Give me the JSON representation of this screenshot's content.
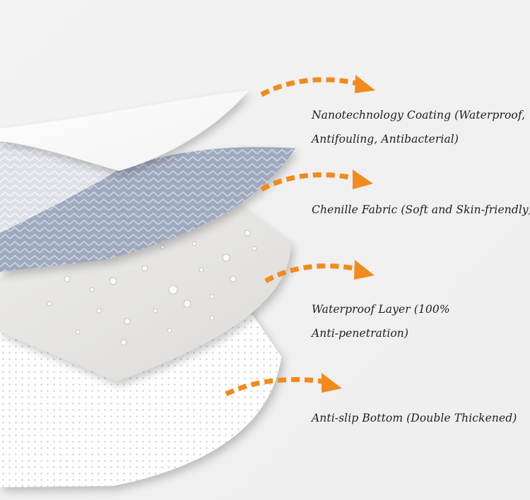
{
  "accent_color": "#f28a1d",
  "layers": [
    {
      "lines": [
        "Nanotechnology Coating (Waterproof,",
        "Antifouling, Antibacterial)"
      ]
    },
    {
      "lines": [
        "Chenille Fabric (Soft and Skin-friendly)"
      ]
    },
    {
      "lines": [
        "Waterproof Layer (100%",
        "Anti-penetration)"
      ]
    },
    {
      "lines": [
        "Anti-slip Bottom (Double Thickened)"
      ]
    }
  ]
}
